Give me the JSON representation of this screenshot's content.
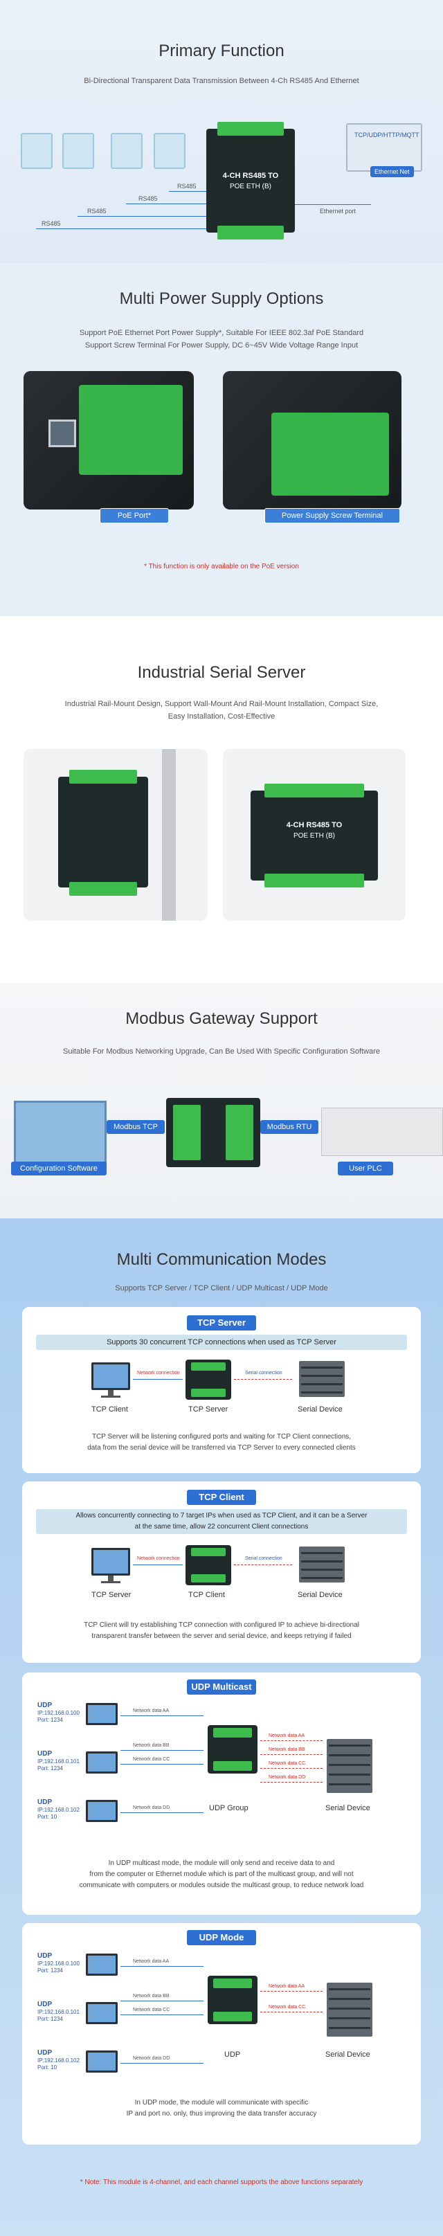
{
  "primary": {
    "title": "Primary Function",
    "subtitle": "Bi-Directional Transparent Data Transmission Between 4-Ch RS485 And Ethernet",
    "rs485_labels": [
      "RS485",
      "RS485",
      "RS485",
      "RS485"
    ],
    "device_label_1": "4-CH RS485 TO",
    "device_label_2": "POE ETH (B)",
    "ip_label": "TCP/UDP/HTTP/MQTT",
    "ethernet_label": "Ethernet port",
    "network_tag": "Ethernet Net"
  },
  "power": {
    "title": "Multi Power Supply Options",
    "subtitle_1": "Support PoE Ethernet Port Power Supply*, Suitable For IEEE 802.3af PoE Standard",
    "subtitle_2": "Support Screw Terminal For Power Supply, DC 6~45V Wide Voltage Range Input",
    "poe_tag": "PoE Port*",
    "screw_tag": "Power Supply Screw Terminal",
    "note": "* This function is only available on the PoE version"
  },
  "industrial": {
    "title": "Industrial Serial Server",
    "subtitle_1": "Industrial Rail-Mount Design, Support Wall-Mount And Rail-Mount Installation, Compact Size,",
    "subtitle_2": "Easy Installation, Cost-Effective",
    "device_label_1": "4-CH RS485 TO",
    "device_label_2": "POE ETH (B)"
  },
  "modbus": {
    "title": "Modbus Gateway Support",
    "subtitle": "Suitable For Modbus Networking Upgrade, Can Be Used With Specific Configuration Software",
    "tcp_tag": "Modbus TCP",
    "rtu_tag": "Modbus RTU",
    "config_tag": "Configuration Software",
    "plc_tag": "User PLC"
  },
  "modes": {
    "title": "Multi Communication Modes",
    "subtitle": "Supports TCP Server / TCP Client / UDP Multicast / UDP Mode",
    "tcp_server": {
      "title": "TCP Server",
      "banner": "Supports 30 concurrent TCP connections when used as TCP Server",
      "client": "TCP Client",
      "server": "TCP Server",
      "serial": "Serial Device",
      "net_conn": "Network connection",
      "serial_conn": "Serial connection",
      "desc_1": "TCP Server will be listening configured ports and waiting for TCP Client connections,",
      "desc_2": "data from the serial device will be transferred via TCP Server to every connected clients"
    },
    "tcp_client": {
      "title": "TCP Client",
      "banner_1": "Allows concurrently connecting to 7 target IPs when used as TCP Client, and it can be a Server",
      "banner_2": "at the same time, allow 22 concurrent Client connections",
      "server": "TCP Server",
      "client": "TCP Client",
      "serial": "Serial Device",
      "net_conn": "Network connection",
      "serial_conn": "Serial connection",
      "desc_1": "TCP Client will try establishing TCP connection with configured IP to achieve bi-directional",
      "desc_2": "transparent transfer between the server and serial device, and keeps retrying if failed"
    },
    "udp_multicast": {
      "title": "UDP Multicast",
      "nodes": [
        {
          "name": "UDP",
          "ip": "IP:192.168.0.100",
          "port": "Port: 1234"
        },
        {
          "name": "UDP",
          "ip": "IP:192.168.0.101",
          "port": "Port: 1234"
        },
        {
          "name": "UDP",
          "ip": "IP:192.168.0.102",
          "port": "Port: 10"
        }
      ],
      "net_data": [
        "Network data AA",
        "Network data BB",
        "Network data CC",
        "Network data DD"
      ],
      "serial_data": [
        "Network data AA",
        "Network data BB",
        "Network data CC",
        "Network data DD"
      ],
      "group": "UDP Group",
      "serial": "Serial Device",
      "desc_1": "In UDP multicast mode, the module will only send and receive data to and",
      "desc_2": "from the computer or Ethernet module which is part of the multicast group, and will not",
      "desc_3": "communicate with computers or modules outside the multicast group, to reduce network load"
    },
    "udp_mode": {
      "title": "UDP Mode",
      "nodes": [
        {
          "name": "UDP",
          "ip": "IP:192.168.0.100",
          "port": "Port: 1234"
        },
        {
          "name": "UDP",
          "ip": "IP:192.168.0.101",
          "port": "Port: 1234"
        },
        {
          "name": "UDP",
          "ip": "IP:192.168.0.102",
          "port": "Port: 10"
        }
      ],
      "net_data": [
        "Network data AA",
        "Network data BB",
        "Network data CC",
        "Network data DD"
      ],
      "serial_data": [
        "Network data AA",
        "Network data CC"
      ],
      "center": "UDP",
      "serial": "Serial Device",
      "desc_1": "In UDP mode, the module will communicate with specific",
      "desc_2": "IP and port no. only, thus improving the data transfer accuracy"
    },
    "note": "* Note: This module is 4-channel, and each channel supports the above functions separately"
  }
}
